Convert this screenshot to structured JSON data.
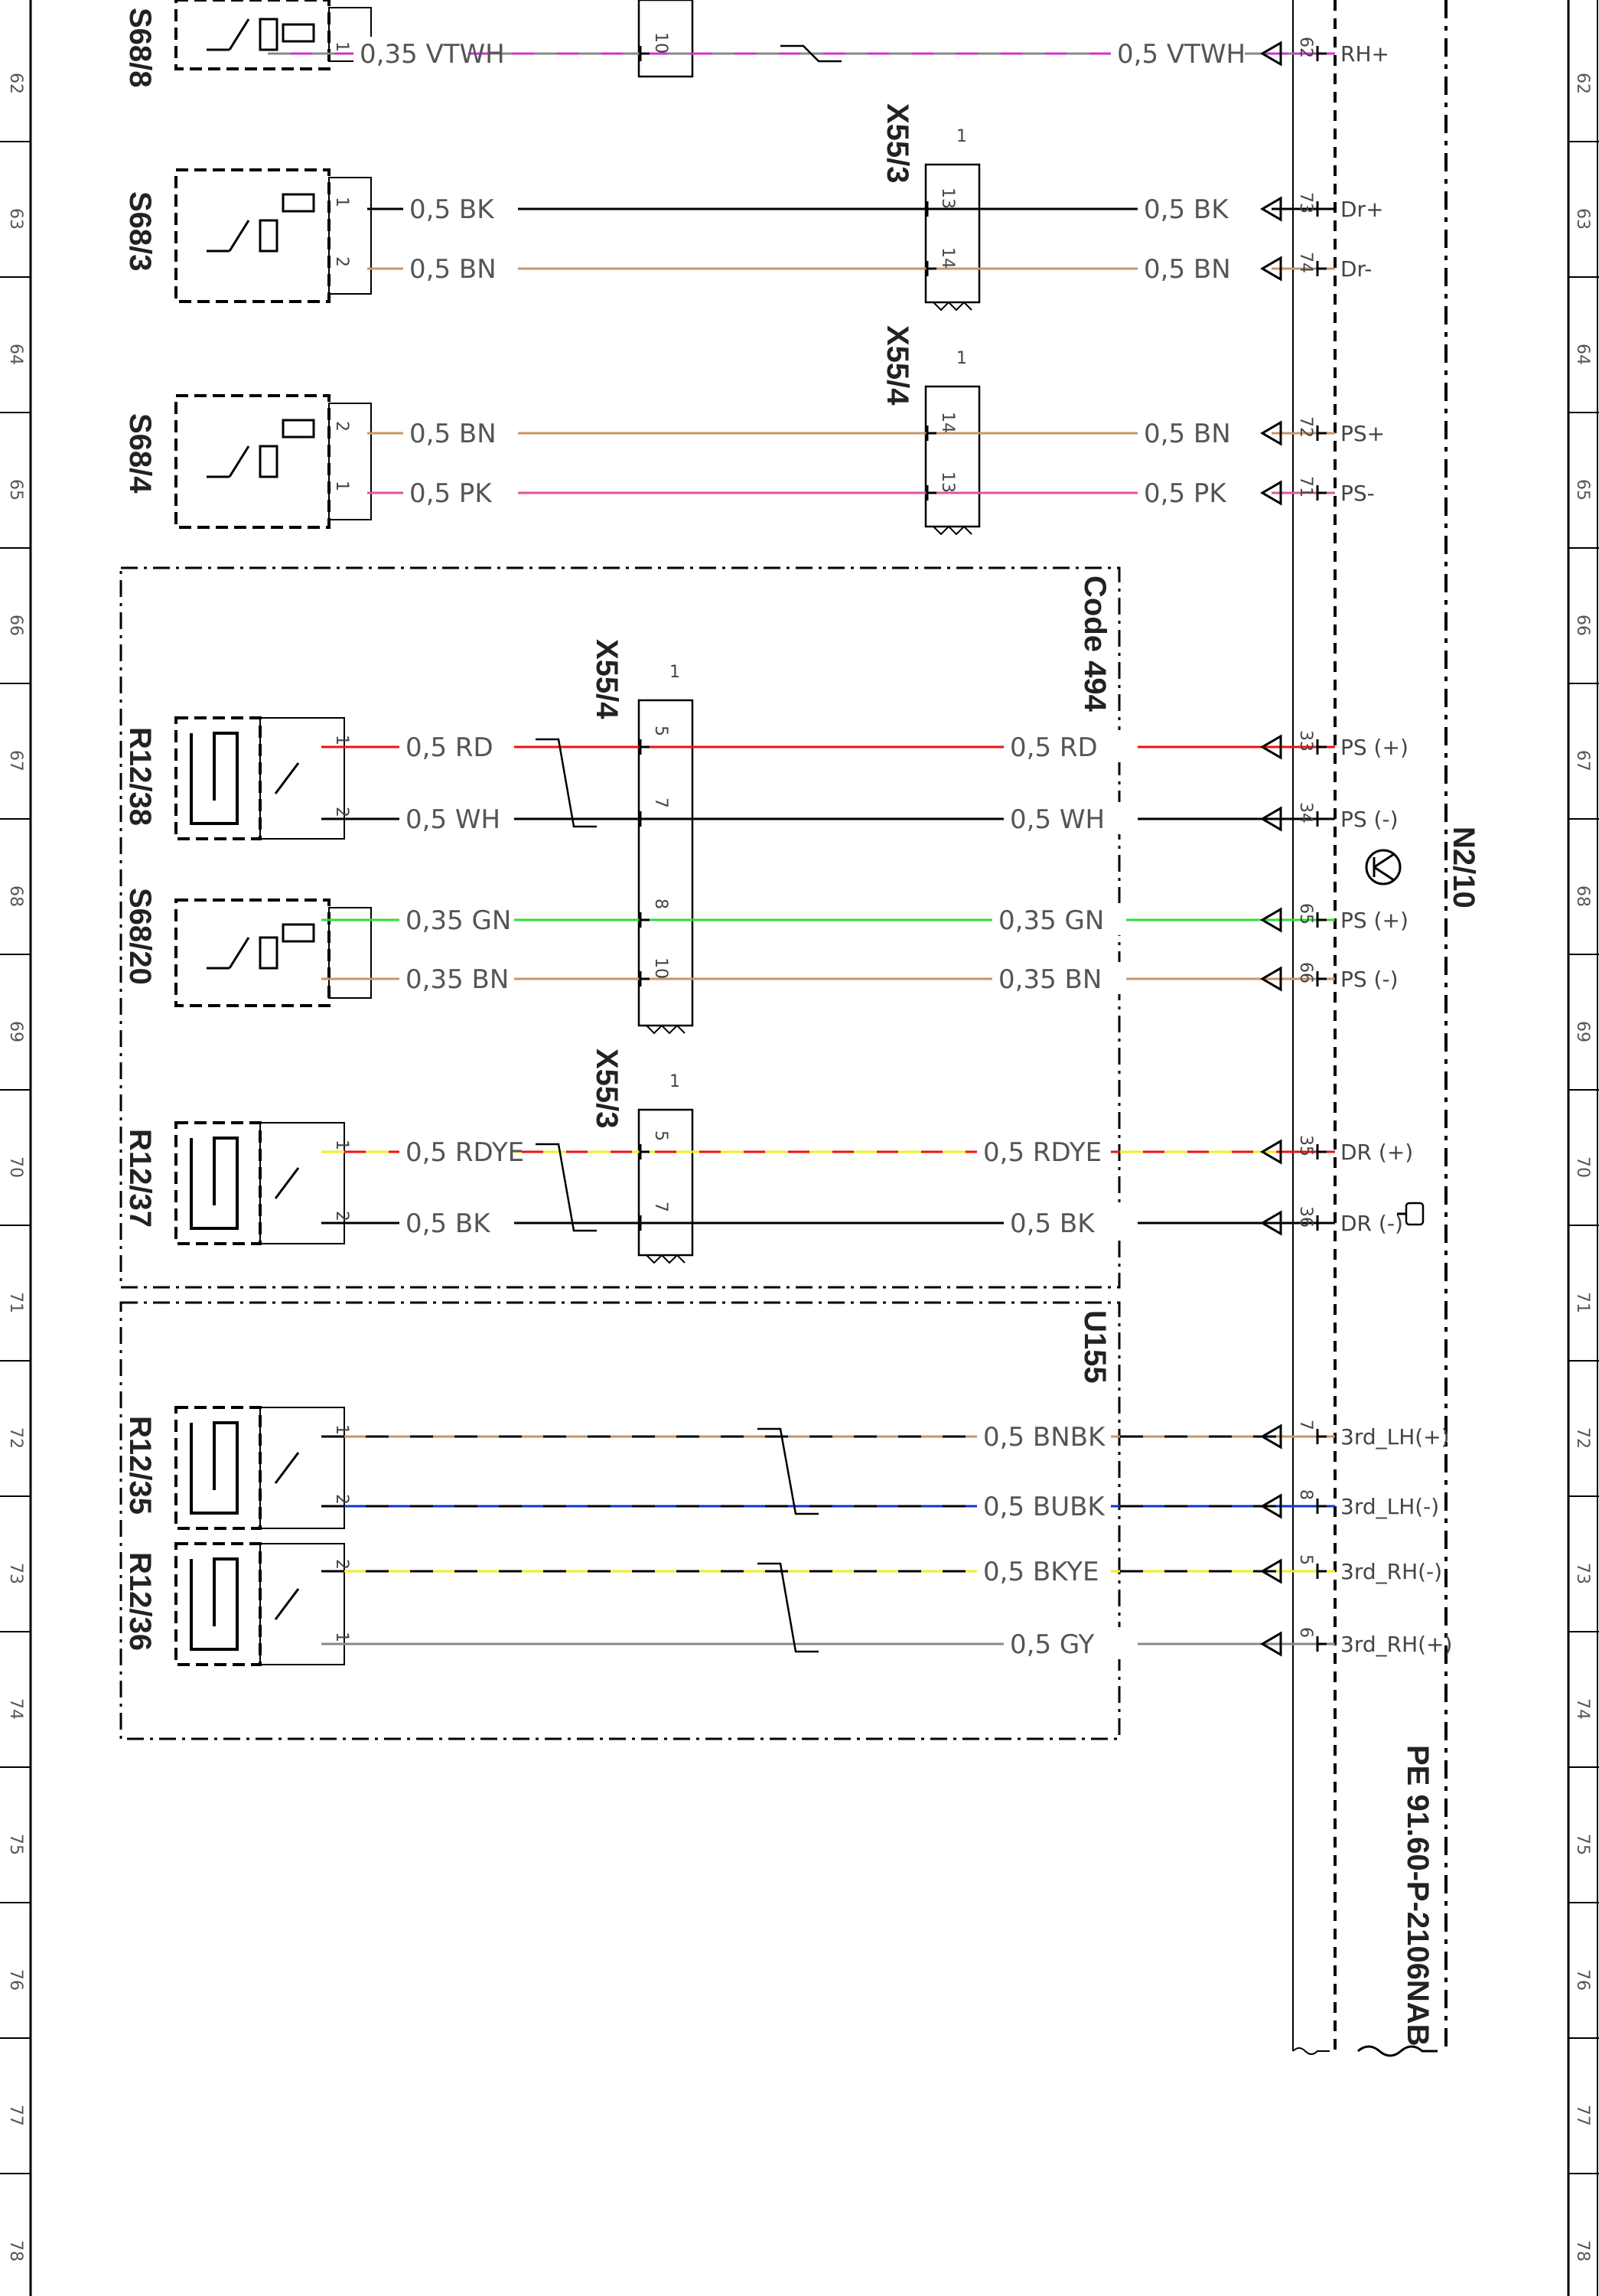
{
  "rows": [
    "62",
    "63",
    "64",
    "65",
    "66",
    "67",
    "68",
    "69",
    "70",
    "71",
    "72",
    "73",
    "74",
    "75",
    "76",
    "77",
    "78"
  ],
  "components": {
    "s68_8": "S68/8",
    "s68_3": "S68/3",
    "s68_4": "S68/4",
    "r12_38": "R12/38",
    "s68_20": "S68/20",
    "r12_37": "R12/37",
    "r12_35": "R12/35",
    "r12_36": "R12/36"
  },
  "connectors": {
    "x55_3_a": "X55/3",
    "x55_4_a": "X55/4",
    "x55_4_b": "X55/4",
    "x55_3_b": "X55/3",
    "conn_num": "1"
  },
  "groups": {
    "code494": "Code 494",
    "u155": "U155"
  },
  "control_unit": {
    "name": "N2/10",
    "doc_ref": "PE 91.60-P-2106NAB"
  },
  "wires": [
    {
      "id": "vtwh",
      "left": "0,35 VTWH",
      "right": "0,5 VTWH",
      "pin_l": "1",
      "x_pin": "10",
      "cu_pin": "62",
      "signal": "RH+"
    },
    {
      "id": "bk_dr",
      "left": "0,5 BK",
      "right": "0,5 BK",
      "pin_l": "1",
      "x_pin": "13",
      "cu_pin": "73",
      "signal": "Dr+"
    },
    {
      "id": "bn_dr",
      "left": "0,5 BN",
      "right": "0,5 BN",
      "pin_l": "2",
      "x_pin": "14",
      "cu_pin": "74",
      "signal": "Dr-"
    },
    {
      "id": "bn_ps",
      "left": "0,5 BN",
      "right": "0,5 BN",
      "pin_l": "2",
      "x_pin": "14",
      "cu_pin": "72",
      "signal": "PS+"
    },
    {
      "id": "pk_ps",
      "left": "0,5 PK",
      "right": "0,5 PK",
      "pin_l": "1",
      "x_pin": "13",
      "cu_pin": "71",
      "signal": "PS-"
    },
    {
      "id": "rd",
      "left": "0,5 RD",
      "right": "0,5 RD",
      "pin_l": "1",
      "x_pin": "5",
      "cu_pin": "33",
      "signal": "PS (+)"
    },
    {
      "id": "wh",
      "left": "0,5 WH",
      "right": "0,5 WH",
      "pin_l": "2",
      "x_pin": "7",
      "cu_pin": "34",
      "signal": "PS (-)"
    },
    {
      "id": "gn",
      "left": "0,35 GN",
      "right": "0,35 GN",
      "pin_l": "",
      "x_pin": "8",
      "cu_pin": "65",
      "signal": "PS (+)"
    },
    {
      "id": "bn35",
      "left": "0,35 BN",
      "right": "0,35 BN",
      "pin_l": "",
      "x_pin": "10",
      "cu_pin": "66",
      "signal": "PS (-)"
    },
    {
      "id": "rdye",
      "left": "0,5 RDYE",
      "right": "0,5 RDYE",
      "pin_l": "1",
      "x_pin": "5",
      "cu_pin": "35",
      "signal": "DR (+)"
    },
    {
      "id": "bk_dr2",
      "left": "0,5 BK",
      "right": "0,5 BK",
      "pin_l": "2",
      "x_pin": "7",
      "cu_pin": "36",
      "signal": "DR (-)"
    },
    {
      "id": "bnbk",
      "left": "",
      "right": "0,5 BNBK",
      "pin_l": "1",
      "x_pin": "",
      "cu_pin": "7",
      "signal": "3rd_LH(+)"
    },
    {
      "id": "bubk",
      "left": "",
      "right": "0,5 BUBK",
      "pin_l": "2",
      "x_pin": "",
      "cu_pin": "8",
      "signal": "3rd_LH(-)"
    },
    {
      "id": "bkye",
      "left": "",
      "right": "0,5 BKYE",
      "pin_l": "2",
      "x_pin": "",
      "cu_pin": "5",
      "signal": "3rd_RH(-)"
    },
    {
      "id": "gy",
      "left": "",
      "right": "0,5 GY",
      "pin_l": "1",
      "x_pin": "",
      "cu_pin": "6",
      "signal": "3rd_RH(+)"
    }
  ],
  "colors": {
    "VT": "#cc33cc",
    "WH": "#888888",
    "BK": "#000000",
    "BN": "#c8956a",
    "PK": "#e0559a",
    "RD": "#ee1111",
    "GN": "#33dd33",
    "YE": "#f2ee22",
    "BU": "#1133cc",
    "GY": "#888888"
  }
}
